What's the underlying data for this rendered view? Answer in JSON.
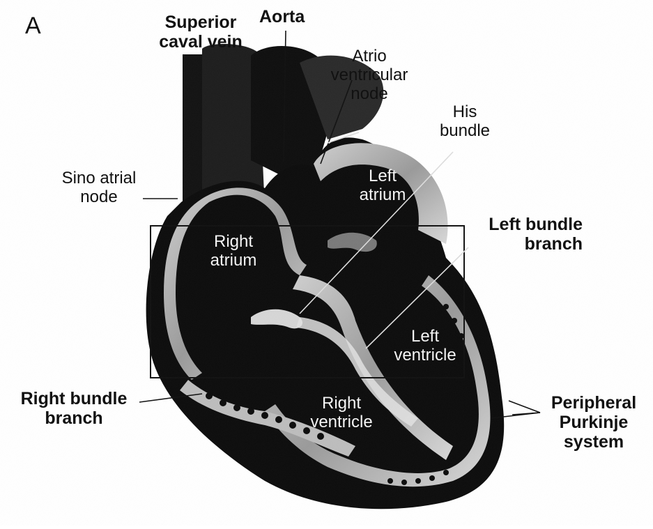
{
  "figure": {
    "panel_letter": "A",
    "labels": {
      "superior_caval_vein": [
        "Superior",
        "caval vein"
      ],
      "aorta": "Aorta",
      "atrioventricular_node": [
        "Atrio",
        "ventricular",
        "node"
      ],
      "his_bundle": [
        "His",
        "bundle"
      ],
      "sinoatrial_node": [
        "Sino atrial",
        "node"
      ],
      "left_atrium": [
        "Left",
        "atrium"
      ],
      "right_atrium": [
        "Right",
        "atrium"
      ],
      "left_bundle_branch": [
        "Left bundle",
        "branch"
      ],
      "left_ventricle": [
        "Left",
        "ventricle"
      ],
      "right_bundle_branch": [
        "Right bundle",
        "branch"
      ],
      "right_ventricle": [
        "Right",
        "ventricle"
      ],
      "peripheral_purkinje_system": [
        "Peripheral",
        "Purkinje",
        "system"
      ]
    }
  }
}
